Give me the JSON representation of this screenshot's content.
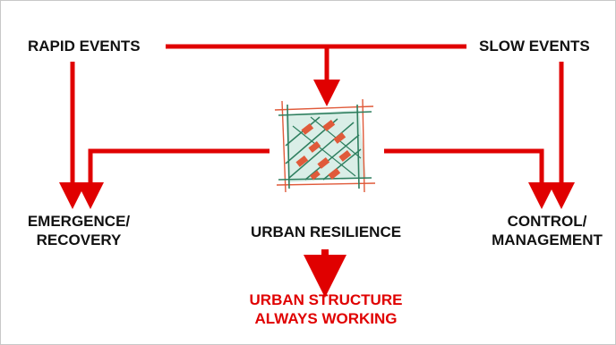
{
  "diagram": {
    "top_left_label": "RAPID EVENTS",
    "top_right_label": "SLOW EVENTS",
    "left_label_line1": "EMERGENCE/",
    "left_label_line2": "RECOVERY",
    "center_label": "URBAN RESILIENCE",
    "right_label_line1": "CONTROL/",
    "right_label_line2": "MANAGEMENT",
    "outcome_line1": "URBAN STRUCTURE",
    "outcome_line2": "ALWAYS WORKING",
    "colors": {
      "arrow": "#e00000",
      "text": "#111111",
      "outcome_text": "#e00000",
      "sketch_green": "#2f7f5f",
      "sketch_block": "#e05a3a",
      "sketch_fill": "#cfe9df"
    },
    "center_icon": "urban-grid-sketch-icon"
  }
}
